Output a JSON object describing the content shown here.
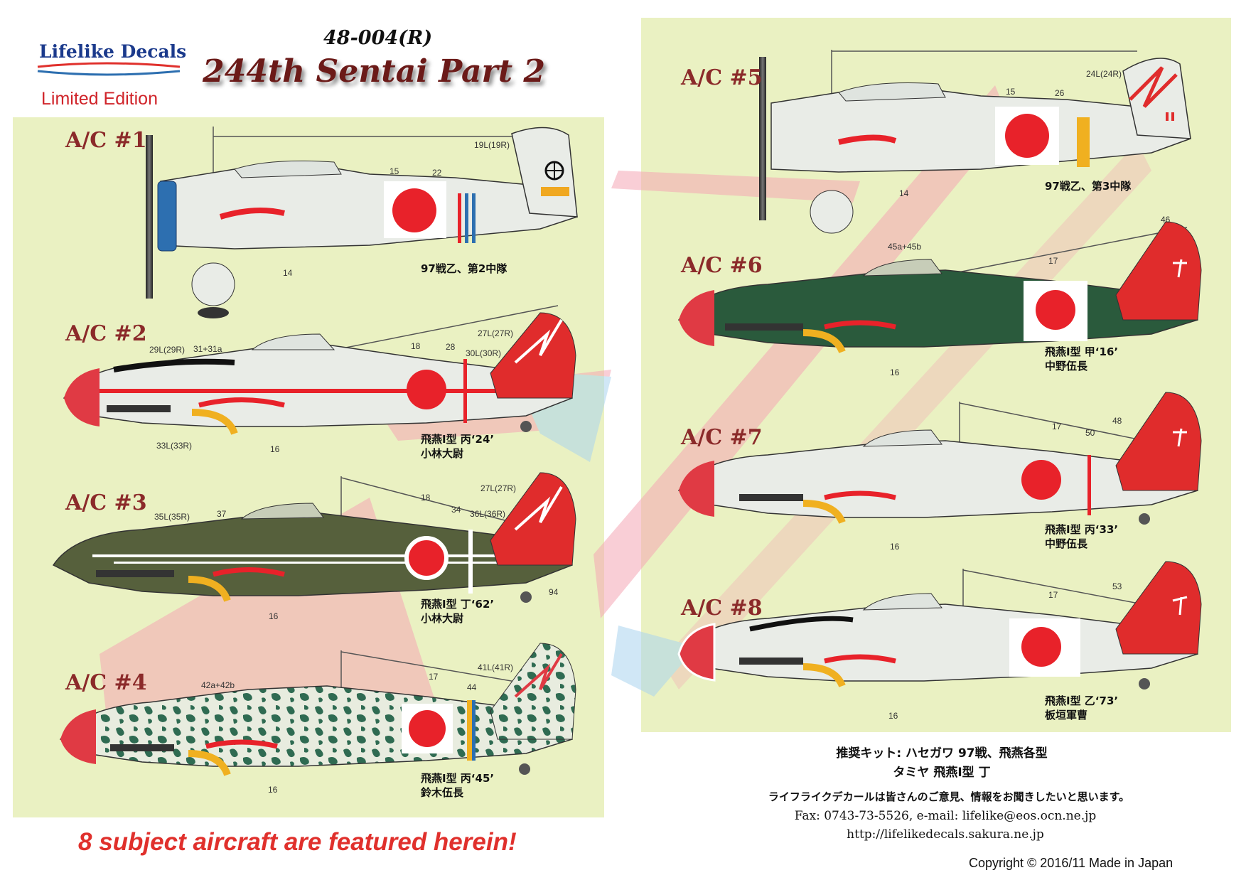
{
  "header": {
    "logo": "Lifelike Decals",
    "edition": "Limited Edition",
    "product_code": "48-004(R)",
    "title": "244th Sentai Part 2"
  },
  "aircraft": [
    {
      "label": "A/C #1",
      "refs": [
        "19L(19R)",
        "15",
        "22",
        "14"
      ],
      "caption": [
        "97戦乙、第2中隊"
      ]
    },
    {
      "label": "A/C #2",
      "refs": [
        "29L(29R)",
        "31+31a",
        "18",
        "28",
        "27L(27R)",
        "30L(30R)",
        "33L(33R)",
        "16"
      ],
      "caption": [
        "飛燕Ⅰ型 丙‘24’",
        "小林大尉"
      ]
    },
    {
      "label": "A/C #3",
      "refs": [
        "35L(35R)",
        "37",
        "18",
        "34",
        "27L(27R)",
        "36L(36R)",
        "16",
        "94"
      ],
      "caption": [
        "飛燕Ⅰ型 丁‘62’",
        "小林大尉"
      ]
    },
    {
      "label": "A/C #4",
      "refs": [
        "42a+42b",
        "17",
        "44",
        "41L(41R)",
        "16"
      ],
      "caption": [
        "飛燕Ⅰ型 丙‘45’",
        "鈴木伍長"
      ]
    },
    {
      "label": "A/C #5",
      "refs": [
        "24L(24R)",
        "15",
        "26",
        "14"
      ],
      "caption": [
        "97戦乙、第3中隊"
      ]
    },
    {
      "label": "A/C #6",
      "refs": [
        "45a+45b",
        "17",
        "46",
        "16"
      ],
      "caption": [
        "飛燕Ⅰ型 甲‘16’",
        "中野伍長"
      ]
    },
    {
      "label": "A/C #7",
      "refs": [
        "17",
        "50",
        "48",
        "16"
      ],
      "caption": [
        "飛燕Ⅰ型 丙‘33’",
        "中野伍長"
      ]
    },
    {
      "label": "A/C #8",
      "refs": [
        "17",
        "53",
        "16"
      ],
      "caption": [
        "飛燕Ⅰ型 乙‘73’",
        "板垣軍曹"
      ]
    }
  ],
  "tagline": "8 subject aircraft are featured herein!",
  "info": {
    "kits_line1": "推奨キット: ハセガワ 97戦、飛燕各型",
    "kits_line2": "タミヤ 飛燕Ⅰ型 丁",
    "feedback": "ライフライクデカールは皆さんのご意見、情報をお聞きしたいと思います。",
    "contact": "Fax: 0743-73-5526,  e-mail: lifelike@eos.ocn.ne.jp",
    "url": "http://lifelikedecals.sakura.ne.jp"
  },
  "copyright": "Copyright  © 2016/11 Made in Japan",
  "colors": {
    "panel": "#eaf1c2",
    "hinomaru": "#e8222a",
    "tail_red": "#e02c2c",
    "label": "#8b2a2a",
    "olive": "#56603c",
    "green": "#2a5a3c"
  }
}
